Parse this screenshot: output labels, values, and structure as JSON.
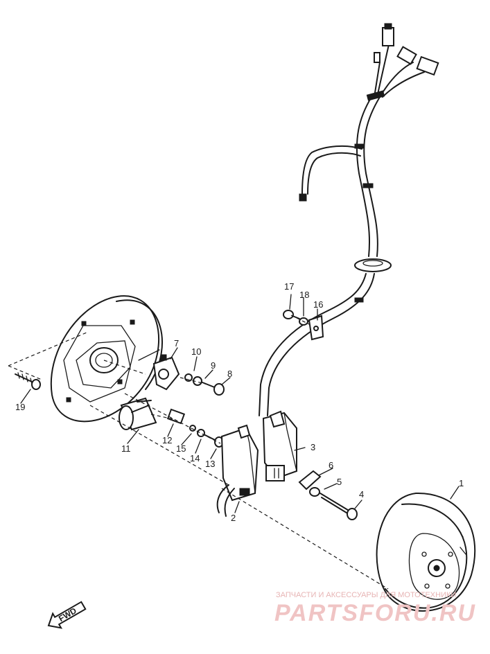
{
  "diagram": {
    "part_labels": [
      {
        "id": "1",
        "text": "1"
      },
      {
        "id": "2",
        "text": "2"
      },
      {
        "id": "3",
        "text": "3"
      },
      {
        "id": "4",
        "text": "4"
      },
      {
        "id": "5",
        "text": "5"
      },
      {
        "id": "6",
        "text": "6"
      },
      {
        "id": "7",
        "text": "7"
      },
      {
        "id": "8",
        "text": "8"
      },
      {
        "id": "9",
        "text": "9"
      },
      {
        "id": "10",
        "text": "10"
      },
      {
        "id": "11",
        "text": "11"
      },
      {
        "id": "12",
        "text": "12"
      },
      {
        "id": "13",
        "text": "13"
      },
      {
        "id": "14",
        "text": "14"
      },
      {
        "id": "15",
        "text": "15"
      },
      {
        "id": "16",
        "text": "16"
      },
      {
        "id": "17",
        "text": "17"
      },
      {
        "id": "18",
        "text": "18"
      },
      {
        "id": "19",
        "text": "19"
      }
    ],
    "direction_marker": "FWD"
  },
  "watermark": {
    "tagline": "ЗАПЧАСТИ И АКСЕССУАРЫ ДЛЯ МОТОТЕХНИКИ",
    "brand": "PARTSFORU.RU",
    "color": "#e8a0a0"
  },
  "colors": {
    "ink": "#1a1a1a",
    "background": "#ffffff"
  }
}
